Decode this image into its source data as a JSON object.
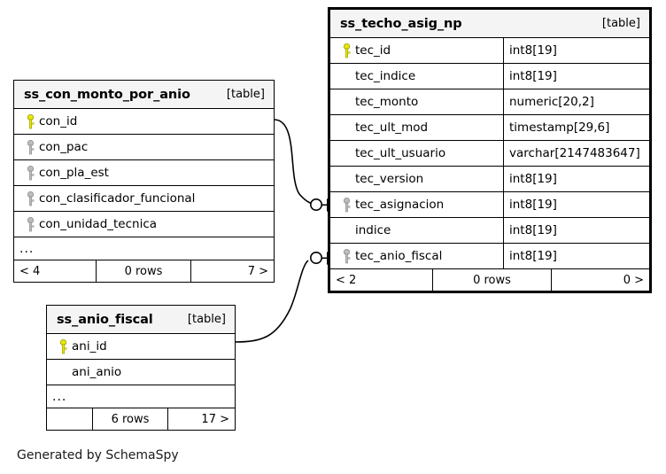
{
  "diagram": {
    "tool_credit": "Generated by SchemaSpy",
    "kind_label": "[table]",
    "ellipsis": "...",
    "colors": {
      "primary_key": "#e8e80c",
      "foreign_key": "#b3b3b3",
      "border": "#000000",
      "header_bg": "#f4f4f4",
      "background": "#ffffff"
    }
  },
  "tables": [
    {
      "id": "ss_techo_asig_np",
      "name": "ss_techo_asig_np",
      "kind": "[table]",
      "columns": [
        {
          "name": "tec_id",
          "type": "int8[19]",
          "key": "primary-key-icon"
        },
        {
          "name": "tec_indice",
          "type": "int8[19]",
          "key": "none"
        },
        {
          "name": "tec_monto",
          "type": "numeric[20,2]",
          "key": "none"
        },
        {
          "name": "tec_ult_mod",
          "type": "timestamp[29,6]",
          "key": "none"
        },
        {
          "name": "tec_ult_usuario",
          "type": "varchar[2147483647]",
          "key": "none"
        },
        {
          "name": "tec_version",
          "type": "int8[19]",
          "key": "none"
        },
        {
          "name": "tec_asignacion",
          "type": "int8[19]",
          "key": "foreign-key-icon"
        },
        {
          "name": "indice",
          "type": "int8[19]",
          "key": "none"
        },
        {
          "name": "tec_anio_fiscal",
          "type": "int8[19]",
          "key": "foreign-key-icon"
        }
      ],
      "has_ellipsis": false,
      "footer": {
        "left": "< 2",
        "middle": "0 rows",
        "right": "0 >"
      }
    },
    {
      "id": "ss_con_monto_por_anio",
      "name": "ss_con_monto_por_anio",
      "kind": "[table]",
      "columns": [
        {
          "name": "con_id",
          "type": "",
          "key": "primary-key-icon"
        },
        {
          "name": "con_pac",
          "type": "",
          "key": "foreign-key-icon"
        },
        {
          "name": "con_pla_est",
          "type": "",
          "key": "foreign-key-icon"
        },
        {
          "name": "con_clasificador_funcional",
          "type": "",
          "key": "foreign-key-icon"
        },
        {
          "name": "con_unidad_tecnica",
          "type": "",
          "key": "foreign-key-icon"
        }
      ],
      "has_ellipsis": true,
      "footer": {
        "left": "< 4",
        "middle": "0 rows",
        "right": "7 >"
      }
    },
    {
      "id": "ss_anio_fiscal",
      "name": "ss_anio_fiscal",
      "kind": "[table]",
      "columns": [
        {
          "name": "ani_id",
          "type": "",
          "key": "primary-key-icon"
        },
        {
          "name": "ani_anio",
          "type": "",
          "key": "none"
        }
      ],
      "has_ellipsis": true,
      "footer": {
        "left": "",
        "middle": "6 rows",
        "right": "17 >"
      }
    }
  ],
  "relationships": [
    {
      "from_table": "ss_con_monto_por_anio",
      "from_column": "con_id",
      "to_table": "ss_techo_asig_np",
      "to_column": "tec_asignacion",
      "cardinality": "zero-or-one-to-many"
    },
    {
      "from_table": "ss_anio_fiscal",
      "from_column": "ani_id",
      "to_table": "ss_techo_asig_np",
      "to_column": "tec_anio_fiscal",
      "cardinality": "zero-or-one-to-many"
    }
  ]
}
